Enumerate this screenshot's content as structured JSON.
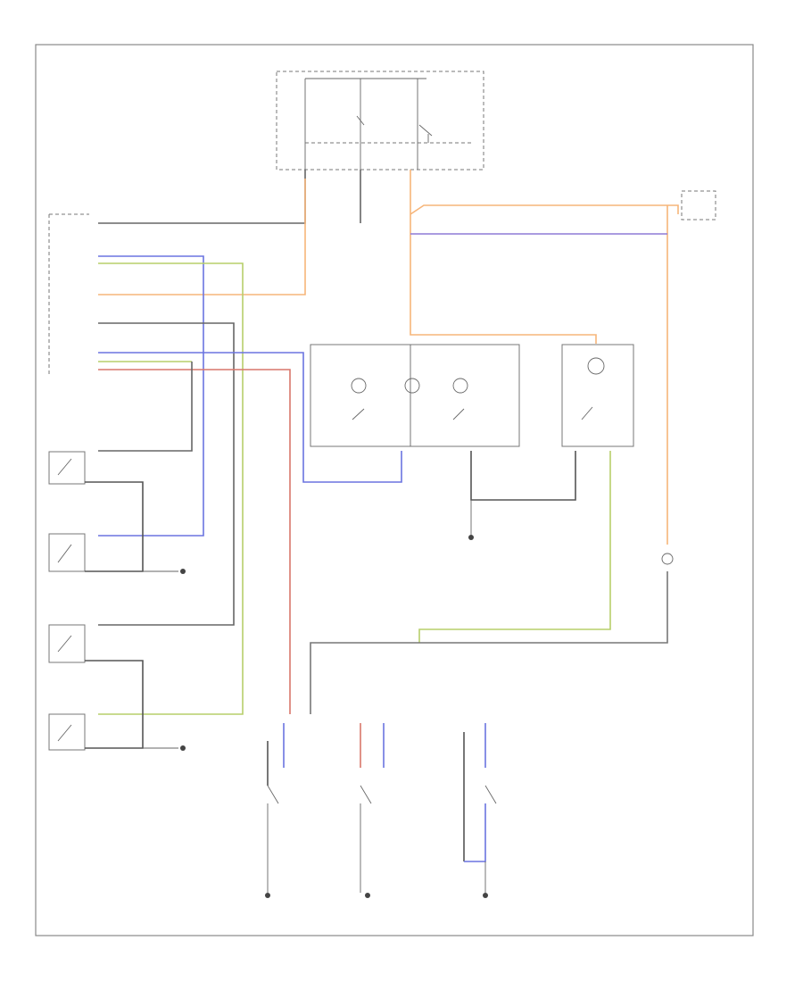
{
  "colors": {
    "wire_orange": "#f6b57a",
    "wire_violet": "#8e7ad6",
    "wire_blue": "#6b74e0",
    "wire_green": "#b7cf6a",
    "wire_red": "#d9776b",
    "wire_gray": "#555555",
    "line_gray": "#777777"
  },
  "diagram": {
    "footer_code": "",
    "fuse_box_label": "",
    "components": [
      {
        "id": "underhood-fuse-relay-box",
        "label": ""
      },
      {
        "id": "interior-light-switch",
        "label": ""
      },
      {
        "id": "door-switch-front-left",
        "label": ""
      },
      {
        "id": "door-switch-front-right",
        "label": ""
      },
      {
        "id": "door-switch-rear-left",
        "label": ""
      },
      {
        "id": "door-switch-rear-right",
        "label": ""
      },
      {
        "id": "front-courtesy-light",
        "label": ""
      },
      {
        "id": "cargo-area-light",
        "label": ""
      },
      {
        "id": "ignition-key-light",
        "label": ""
      },
      {
        "id": "vanity-light",
        "label": ""
      },
      {
        "id": "luggage-compartment-light",
        "label": ""
      },
      {
        "id": "trunk-light-switch",
        "label": ""
      }
    ]
  }
}
